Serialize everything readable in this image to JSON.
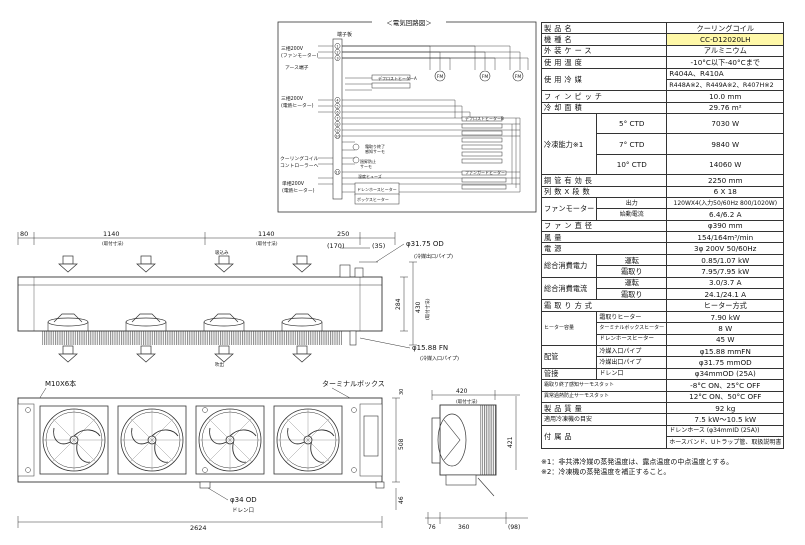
{
  "circuit": {
    "title": "＜電気回路図＞",
    "terminal_board": "端子板",
    "fan_power": "三相200V\n(ファンモーター)",
    "earth": "アース端子",
    "heater_power": "三相200V\n(電熱ヒーター)",
    "coil_controller": "クーリングコイル\nコントローラーへ",
    "heater_power2": "単相200V\n(電熱ヒーター)",
    "thermo1": "霜取終了\n感知サーモ",
    "thermo2": "過昇防止\nサーモ",
    "fuse": "温度ヒューズ",
    "defrost_heater_a": "デフロストヒーターA",
    "defrost_heater_b": "デフロストヒーターB",
    "fan_heater": "ファンガードヒーター",
    "drain_heater": "ドレンホースヒーター",
    "box_heater": "ボックスヒーター",
    "ondo": "温度",
    "fm": "FM",
    "terminals": [
      "1",
      "2",
      "3",
      "4",
      "5",
      "6",
      "7",
      "8",
      "9",
      "10",
      "11"
    ]
  },
  "dims": {
    "d80": "80",
    "d1140a": "1140",
    "d1140b": "1140",
    "pitch": "(取付寸法)",
    "d250": "250",
    "d170": "(170)",
    "d35": "(35)",
    "d284": "284",
    "d430": "430",
    "install": "(取付寸法)",
    "outlet": "φ31.75 OD",
    "outlet_label": "(冷媒出口パイプ)",
    "inlet": "φ15.88 FN",
    "inlet_label": "(冷媒入口パイプ)",
    "suction": "吸込み",
    "discharge": "吹出",
    "bolt": "M10X6本",
    "terminal_box": "ターミナルボックス",
    "drain": "φ34 OD",
    "drain_label": "ドレン口",
    "d2624": "2624",
    "d508": "508",
    "d46": "46",
    "d30": "30",
    "d420": "420",
    "pitch420": "(取付寸法)",
    "d421": "421",
    "d76": "76",
    "d360": "360",
    "d98": "(98)"
  },
  "spec": {
    "rows": [
      {
        "k": "製品名",
        "v": "クーリングコイル"
      },
      {
        "k": "機種名",
        "v": "CC-D12020LH",
        "highlight": true
      },
      {
        "k": "外装ケース",
        "v": "アルミニウム"
      },
      {
        "k": "使用温度",
        "v": "-10°C以下-40°Cまで"
      },
      {
        "k": "使用冷媒",
        "v1": "R404A、R410A",
        "v2": "R448A※2、R449A※2、R407H※2"
      },
      {
        "k": "フィンピッチ",
        "v": "10.0 mm"
      },
      {
        "k": "冷却面積",
        "v": "29.76 m²"
      }
    ],
    "capacity_label": "冷凍能力※1",
    "capacity": [
      {
        "ctd": "5° CTD",
        "v": "7030 W"
      },
      {
        "ctd": "7° CTD",
        "v": "9840 W"
      },
      {
        "ctd": "10° CTD",
        "v": "14060 W"
      }
    ],
    "rows2": [
      {
        "k": "銅管有効長",
        "v": "2250 mm"
      },
      {
        "k": "列数X段数",
        "v": "6 X 18"
      }
    ],
    "fan_motor": "ファンモーター",
    "fan_output_k": "出力",
    "fan_output_v": "120WX4(入力50/60Hz 800/1020W)",
    "fan_current_k": "始動電流",
    "fan_current_v": "6.4/6.2 A",
    "fan_dia_k": "ファン直径",
    "fan_dia_v": "φ390 mm",
    "airflow_k": "風量",
    "airflow_v": "154/164m³/min",
    "power_k": "電源",
    "power_v": "3φ 200V 50/60Hz",
    "tp": "総合消費電力",
    "run": "運転",
    "defrost": "霜取り",
    "tp_run": "0.85/1.07 kW",
    "tp_def": "7.95/7.95 kW",
    "tc": "総合消費電流",
    "tc_run": "3.0/3.7 A",
    "tc_def": "24.1/24.1 A",
    "defrost_method_k": "霜取り方式",
    "defrost_method_v": "ヒーター方式",
    "ht_label": "ヒーター容量",
    "ht_k1": "霜取りヒーター",
    "ht_v1": "7.90 kW",
    "ht_k2": "ターミナルボックスヒーター",
    "ht_v2": "8 W",
    "ht_k3": "ドレンホースヒーター",
    "ht_v3": "45 W",
    "pipe_label": "配管",
    "pipe_k1": "冷媒入口パイプ",
    "pipe_v1": "φ15.88 mmFN",
    "pipe_k2": "冷媒出口パイプ",
    "pipe_v2": "φ31.75 mmOD",
    "drain_k_a": "管接",
    "drain_k_b": "ドレン口",
    "drain_v": "φ34mmOD (25A)",
    "thermo1_k": "霜取り終了感知サーモスタット",
    "thermo1_v": "-8°C ON、25°C OFF",
    "thermo2_k": "異常過熱防止サーモスタット",
    "thermo2_v": "12°C ON、50°C OFF",
    "mass_k": "製品質量",
    "mass_v": "92 kg",
    "unit_k": "適用冷凍機の目安",
    "unit_v": "7.5 kW〜10.5 kW",
    "acc_k": "付属品",
    "acc_v1": "ドレンホース (φ34mmID (25A))",
    "acc_v2": "ホースバンド、Uトラップ管、取扱説明書"
  },
  "notes": [
    "※1：非共沸冷媒の蒸発温度は、露点温度の中点温度とする。",
    "※2：冷凍機の蒸発温度を補正すること。"
  ]
}
